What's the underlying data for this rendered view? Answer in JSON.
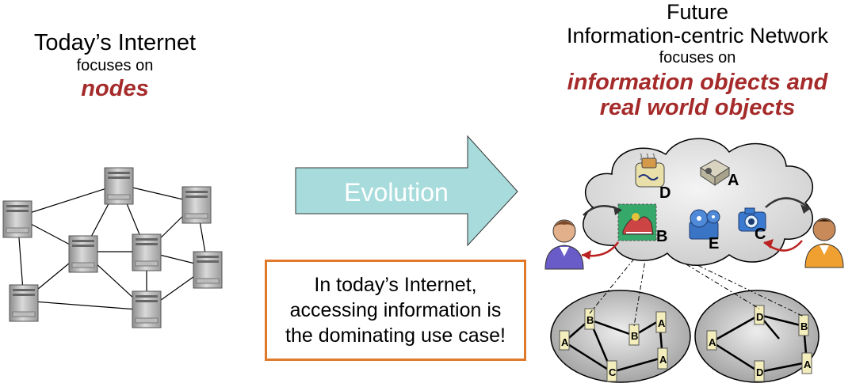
{
  "left": {
    "title": "Today’s Internet",
    "focus": "focuses on",
    "emphasis": "nodes"
  },
  "right": {
    "title_line1": "Future",
    "title_line2": "Information-centric Network",
    "focus": "focuses on",
    "emphasis_line1": "information objects and",
    "emphasis_line2": "real world objects"
  },
  "arrow": {
    "label": "Evolution"
  },
  "note": {
    "line1": "In today’s Internet,",
    "line2": "accessing information is",
    "line3": "the dominating use case!"
  },
  "cloud_labels": [
    "D",
    "A",
    "B",
    "E",
    "C"
  ],
  "subnet_labels": {
    "left": [
      "A",
      "B",
      "A",
      "A",
      "B",
      "C"
    ],
    "right": [
      "D",
      "B",
      "A",
      "A",
      "D"
    ]
  },
  "colors": {
    "emphasis": "#a52a2a",
    "arrow_fill": "#a8dcdc",
    "note_border": "#e07a2a",
    "cloud_fill": "#e6e6e6"
  }
}
